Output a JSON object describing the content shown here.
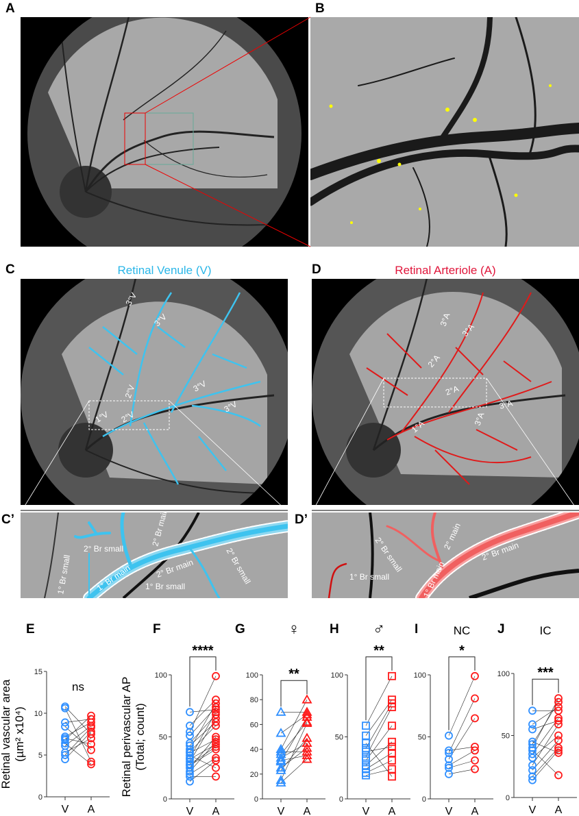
{
  "panels": {
    "A": {
      "label": "A"
    },
    "B": {
      "label": "B"
    },
    "C": {
      "label": "C",
      "title": "Retinal Venule (V)",
      "title_color": "#29b6e8",
      "vessel_labels": [
        "3°V",
        "3°V",
        "2°V",
        "1°V",
        "2°V",
        "3°V",
        "3°V"
      ]
    },
    "D": {
      "label": "D",
      "title": "Retinal Arteriole (A)",
      "title_color": "#e0153a",
      "vessel_labels": [
        "3°A",
        "3°A",
        "2°A",
        "2°A",
        "1°A",
        "3°A",
        "3°A"
      ]
    },
    "C_prime": {
      "label": "C’",
      "branch_labels": [
        "2° Br small",
        "2° Br main",
        "1° Br small",
        "1° Br main",
        "2° Br main",
        "2° Br small",
        "1° Br small"
      ]
    },
    "D_prime": {
      "label": "D’",
      "branch_labels": [
        "2° Br small",
        "2° main",
        "2° Br main",
        "1° Br main",
        "1° Br small"
      ]
    }
  },
  "colors": {
    "venule": "#2f8fff",
    "arteriole": "#ff1a1a",
    "venule_trace": "#3ec3ef",
    "arteriole_trace": "#f06060",
    "deposit": "#ffff00"
  },
  "chart_data": [
    {
      "panel": "E",
      "type": "scatter",
      "paired": true,
      "marker": "circle",
      "title": "",
      "significance": "ns",
      "ylabel": [
        "Retinal vascular area",
        "(µm² x10⁴)"
      ],
      "categories": [
        "V",
        "A"
      ],
      "ylim": [
        0,
        15
      ],
      "yticks": [
        0,
        5,
        10,
        15
      ],
      "V": [
        10.8,
        10.6,
        8.9,
        8.4,
        7.2,
        7.0,
        6.8,
        6.4,
        6.1,
        5.3,
        5.0,
        4.5
      ],
      "A": [
        7.5,
        4.2,
        9.3,
        5.6,
        8.9,
        6.3,
        9.7,
        3.9,
        8.5,
        7.0,
        8.3,
        7.8
      ]
    },
    {
      "panel": "F",
      "type": "scatter",
      "paired": true,
      "marker": "circle",
      "title": "",
      "significance": "****",
      "ylabel": [
        "Retinal perivascular AP",
        "(Total; count)"
      ],
      "categories": [
        "V",
        "A"
      ],
      "ylim": [
        0,
        100
      ],
      "yticks": [
        0,
        50,
        100
      ],
      "V": [
        70,
        59,
        54,
        51,
        45,
        43,
        40,
        38,
        37,
        35,
        33,
        32,
        30,
        28,
        27,
        25,
        22,
        20,
        18,
        14
      ],
      "A": [
        72,
        80,
        99,
        74,
        68,
        62,
        77,
        59,
        48,
        25,
        70,
        44,
        65,
        42,
        40,
        50,
        46,
        33,
        18,
        31
      ]
    },
    {
      "panel": "G",
      "type": "scatter",
      "paired": true,
      "marker": "triangle",
      "title": "♀",
      "significance": "**",
      "categories": [
        "V",
        "A"
      ],
      "ylim": [
        0,
        100
      ],
      "yticks": [
        0,
        20,
        40,
        60,
        80,
        100
      ],
      "V": [
        70,
        53,
        40,
        38,
        36,
        33,
        31,
        30,
        25,
        23,
        15,
        13
      ],
      "A": [
        70,
        68,
        80,
        38,
        62,
        45,
        35,
        66,
        41,
        49,
        61,
        32
      ]
    },
    {
      "panel": "H",
      "type": "scatter",
      "paired": true,
      "marker": "square",
      "title": "♂",
      "significance": "**",
      "categories": [
        "V",
        "A"
      ],
      "ylim": [
        0,
        100
      ],
      "yticks": [
        0,
        50,
        100
      ],
      "V": [
        59,
        51,
        45,
        41,
        38,
        34,
        31,
        27,
        24,
        21,
        19
      ],
      "A": [
        99,
        80,
        18,
        77,
        42,
        74,
        59,
        46,
        37,
        31,
        24
      ]
    },
    {
      "panel": "I",
      "type": "scatter",
      "paired": true,
      "marker": "circle",
      "title": "NC",
      "significance": "*",
      "categories": [
        "V",
        "A"
      ],
      "ylim": [
        0,
        100
      ],
      "yticks": [
        0,
        50,
        100
      ],
      "V": [
        51,
        39,
        37,
        32,
        27,
        25,
        20
      ],
      "A": [
        99,
        42,
        81,
        65,
        39,
        31,
        24
      ]
    },
    {
      "panel": "J",
      "type": "scatter",
      "paired": true,
      "marker": "circle",
      "title": "IC",
      "significance": "***",
      "categories": [
        "V",
        "A"
      ],
      "ylim": [
        0,
        100
      ],
      "yticks": [
        0,
        50,
        100
      ],
      "V": [
        70,
        59,
        55,
        45,
        43,
        40,
        38,
        35,
        32,
        26,
        22,
        17,
        14
      ],
      "A": [
        70,
        73,
        62,
        36,
        77,
        80,
        18,
        64,
        50,
        59,
        46,
        40,
        38
      ]
    }
  ]
}
